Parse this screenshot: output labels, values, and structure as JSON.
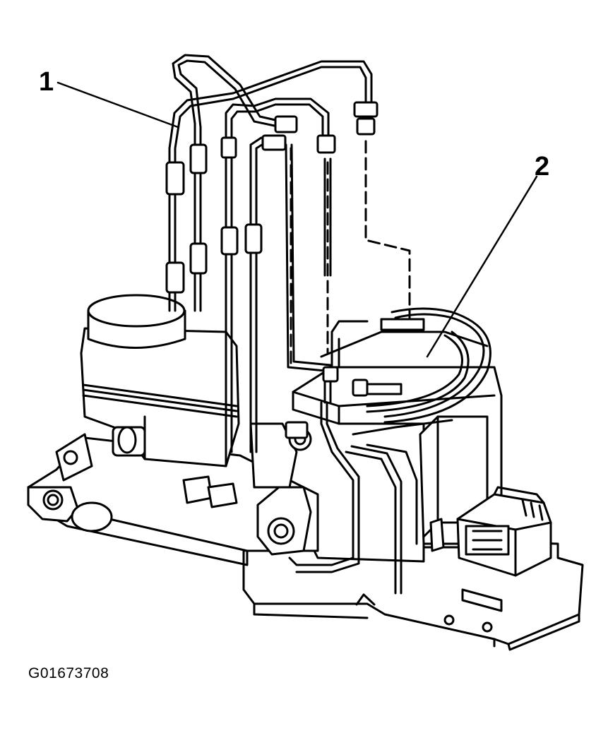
{
  "callouts": [
    {
      "id": "1",
      "label": "1"
    },
    {
      "id": "2",
      "label": "2"
    }
  ],
  "figure_id": "G01673708",
  "colors": {
    "line": "#000000",
    "fill": "#ffffff"
  }
}
